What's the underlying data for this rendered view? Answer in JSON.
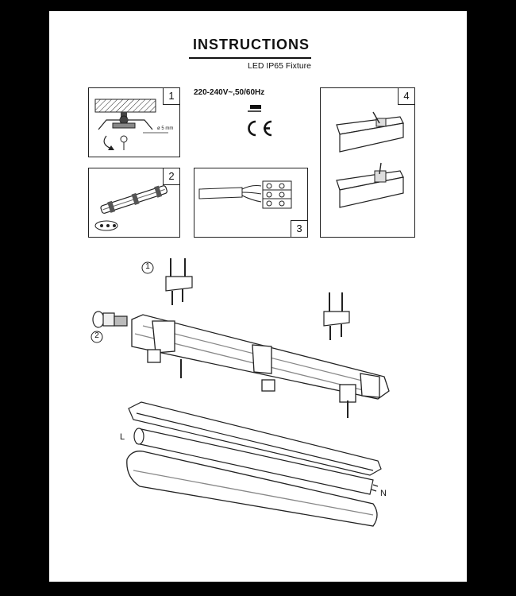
{
  "header": {
    "title": "INSTRUCTIONS",
    "subtitle": "LED IP65 Fixture",
    "voltage": "220-240V~,50/60Hz"
  },
  "panels": {
    "p1": "1",
    "p2": "2",
    "p3": "3",
    "p4": "4",
    "drill_note": "ø 5 mm"
  },
  "callouts": {
    "c1": "1",
    "c2": "2"
  },
  "tube_ends": {
    "left": "L",
    "right": "N"
  }
}
